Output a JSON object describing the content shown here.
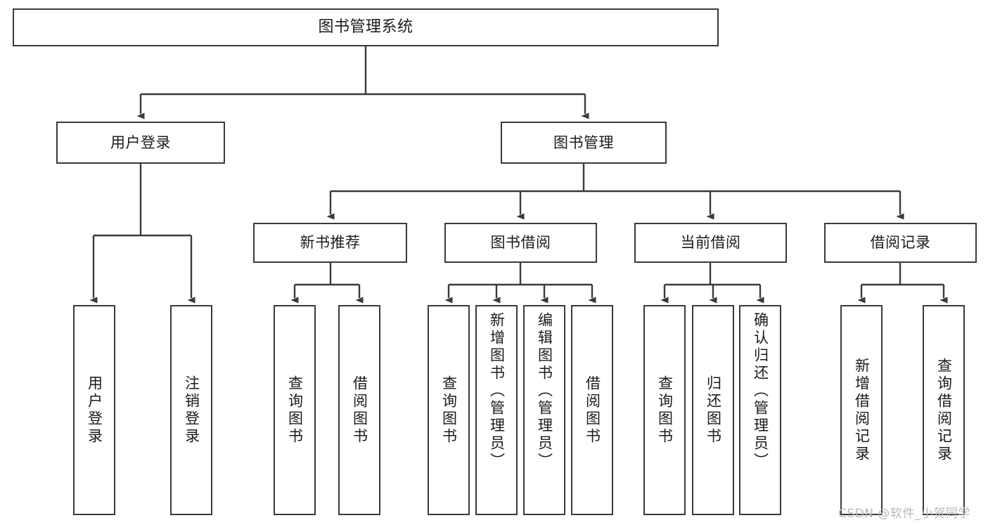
{
  "diagram": {
    "type": "tree-hierarchy",
    "title": "图书管理系统",
    "watermark": "CSDN @软件_小贺同学",
    "colors": {
      "stroke": "#3a3a3a",
      "fill": "#ffffff",
      "text": "#1b1b1b",
      "watermark": "#b9b9b9"
    },
    "root": {
      "label": "图书管理系统"
    },
    "level2": [
      {
        "label": "用户登录"
      },
      {
        "label": "图书管理"
      }
    ],
    "level3": [
      {
        "label": "新书推荐"
      },
      {
        "label": "图书借阅"
      },
      {
        "label": "当前借阅"
      },
      {
        "label": "借阅记录"
      }
    ],
    "leaves": {
      "user_login": [
        {
          "label": "用户登录"
        },
        {
          "label": "注销登录"
        }
      ],
      "new_book_recommend": [
        {
          "label": "查询图书"
        },
        {
          "label": "借阅图书"
        }
      ],
      "book_borrow": [
        {
          "label": "查询图书"
        },
        {
          "label": "新增图书（管理员）"
        },
        {
          "label": "编辑图书（管理员）"
        },
        {
          "label": "借阅图书"
        }
      ],
      "current_borrow": [
        {
          "label": "查询图书"
        },
        {
          "label": "归还图书"
        },
        {
          "label": "确认归还（管理员）"
        }
      ],
      "borrow_record": [
        {
          "label": "新增借阅记录"
        },
        {
          "label": "查询借阅记录"
        }
      ]
    }
  }
}
